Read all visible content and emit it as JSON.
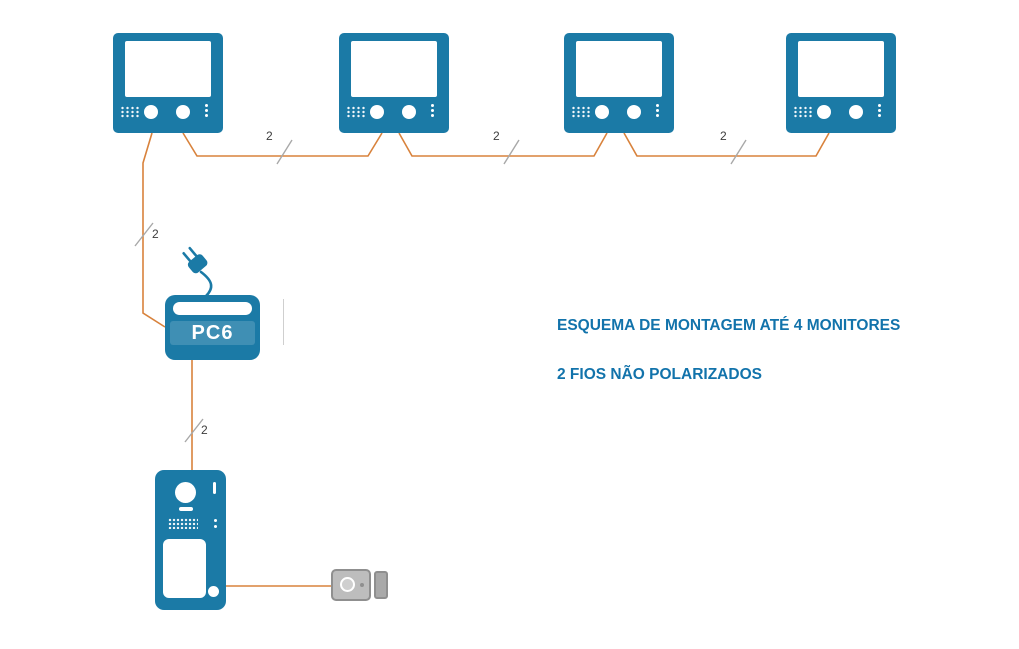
{
  "captions": {
    "line1": "ESQUEMA DE MONTAGEM ATÉ 4 MONITORES",
    "line2": "2 FIOS NÃO POLARIZADOS"
  },
  "psu": {
    "label": "PC6"
  },
  "wire_labels": [
    "2",
    "2",
    "2",
    "2",
    "2"
  ],
  "devices": {
    "monitor_count": 4,
    "icons": [
      "monitor-icon",
      "power-plug-icon",
      "power-supply-icon",
      "door-station-icon",
      "lock-release-icon"
    ]
  },
  "colors": {
    "device_blue": "#1b7aa6",
    "wire_orange": "#d8823c",
    "caption_blue": "#1273ab",
    "slash_gray": "#a8a8a8"
  }
}
